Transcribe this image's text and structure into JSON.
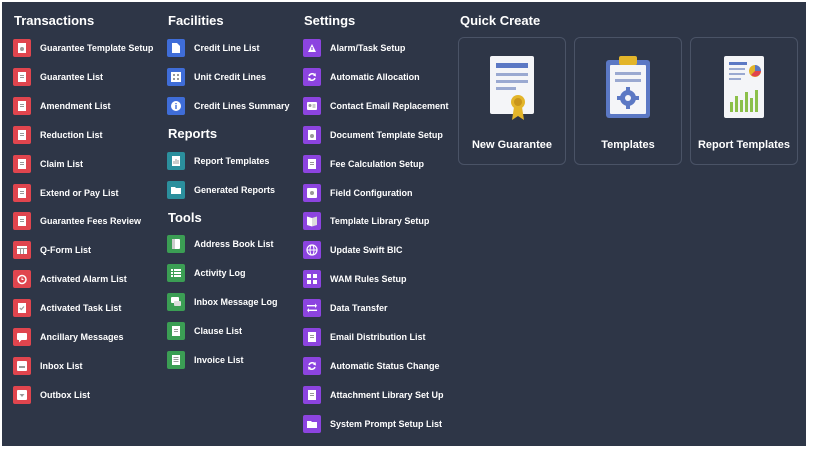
{
  "colors": {
    "transactions": "#e0454e",
    "facilities": "#3f6dd8",
    "reports": "#2b8f9d",
    "tools": "#3b9e54",
    "settings": "#8c44e0",
    "panel": "#2e3647"
  },
  "transactions": {
    "title": "Transactions",
    "items": [
      {
        "label": "Guarantee Template Setup",
        "icon": "doc-badge-icon"
      },
      {
        "label": "Guarantee List",
        "icon": "document-icon"
      },
      {
        "label": "Amendment List",
        "icon": "document-icon"
      },
      {
        "label": "Reduction List",
        "icon": "document-icon"
      },
      {
        "label": "Claim List",
        "icon": "document-icon"
      },
      {
        "label": "Extend or Pay List",
        "icon": "document-icon"
      },
      {
        "label": "Guarantee Fees Review",
        "icon": "document-icon"
      },
      {
        "label": "Q-Form List",
        "icon": "table-icon"
      },
      {
        "label": "Activated Alarm List",
        "icon": "alarm-icon"
      },
      {
        "label": "Activated Task List",
        "icon": "task-icon"
      },
      {
        "label": "Ancillary Messages",
        "icon": "message-icon"
      },
      {
        "label": "Inbox List",
        "icon": "inbox-icon"
      },
      {
        "label": "Outbox List",
        "icon": "outbox-icon"
      }
    ]
  },
  "facilities": {
    "title": "Facilities",
    "items": [
      {
        "label": "Credit Line List",
        "icon": "file-icon"
      },
      {
        "label": "Unit Credit Lines",
        "icon": "building-icon"
      },
      {
        "label": "Credit Lines Summary",
        "icon": "info-icon"
      }
    ]
  },
  "reports": {
    "title": "Reports",
    "items": [
      {
        "label": "Report Templates",
        "icon": "report-icon"
      },
      {
        "label": "Generated Reports",
        "icon": "folder-icon"
      }
    ]
  },
  "tools": {
    "title": "Tools",
    "items": [
      {
        "label": "Address Book List",
        "icon": "address-book-icon"
      },
      {
        "label": "Activity Log",
        "icon": "list-icon"
      },
      {
        "label": "Inbox Message Log",
        "icon": "chat-icon"
      },
      {
        "label": "Clause List",
        "icon": "document-icon"
      },
      {
        "label": "Invoice List",
        "icon": "invoice-icon"
      }
    ]
  },
  "settings": {
    "title": "Settings",
    "items": [
      {
        "label": "Alarm/Task Setup",
        "icon": "alarm-setup-icon"
      },
      {
        "label": "Automatic Allocation",
        "icon": "sync-icon"
      },
      {
        "label": "Contact Email Replacement",
        "icon": "contact-card-icon"
      },
      {
        "label": "Document Template Setup",
        "icon": "doc-badge-icon"
      },
      {
        "label": "Fee Calculation Setup",
        "icon": "document-icon"
      },
      {
        "label": "Field Configuration",
        "icon": "config-icon"
      },
      {
        "label": "Template Library Setup",
        "icon": "library-icon"
      },
      {
        "label": "Update Swift BIC",
        "icon": "globe-icon"
      },
      {
        "label": "WAM Rules Setup",
        "icon": "rules-icon"
      },
      {
        "label": "Data Transfer",
        "icon": "transfer-icon"
      },
      {
        "label": "Email Distribution List",
        "icon": "document-icon"
      },
      {
        "label": "Automatic Status Change",
        "icon": "sync-icon"
      },
      {
        "label": "Attachment Library Set Up",
        "icon": "document-icon"
      },
      {
        "label": "System Prompt Setup List",
        "icon": "folder-icon"
      }
    ]
  },
  "quick_create": {
    "title": "Quick Create",
    "tiles": [
      {
        "label": "New Guarantee",
        "icon": "certificate-icon"
      },
      {
        "label": "Templates",
        "icon": "clipboard-gear-icon"
      },
      {
        "label": "Report Templates",
        "icon": "report-chart-icon"
      }
    ]
  }
}
